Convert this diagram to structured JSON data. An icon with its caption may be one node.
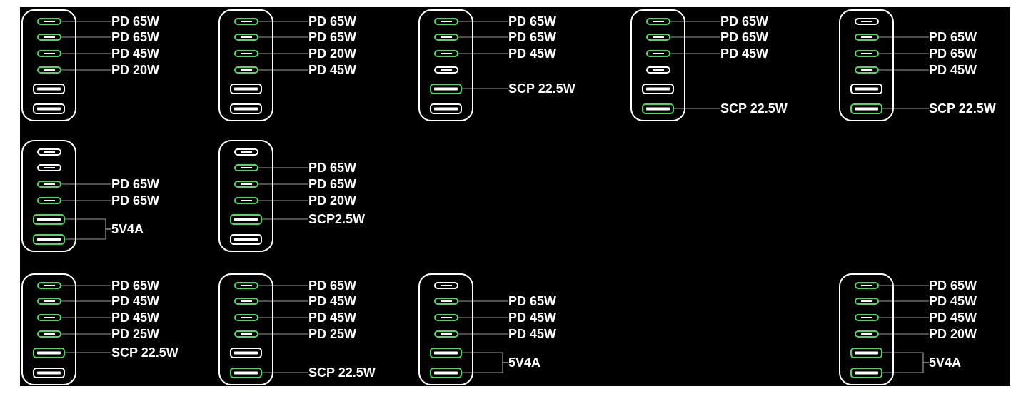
{
  "diagram": {
    "nodes": [
      {
        "text": [],
        "shape": "box"
      },
      {
        "text": [],
        "shape": "slot",
        "in": 0
      },
      {
        "text": [],
        "shape": "slot",
        "in": 0
      },
      {
        "text": [],
        "shape": "slot",
        "in": 0
      },
      {
        "text": [],
        "shape": "slot",
        "in": 0
      },
      {
        "text": [],
        "shape": "box",
        "in": 0
      },
      {
        "text": [],
        "shape": "box",
        "in": 0
      },
      {
        "text": [
          "PD 65W"
        ]
      },
      {
        "text": [
          "PD 65W"
        ]
      },
      {
        "text": [
          "PD 45W"
        ]
      },
      {
        "text": [
          "PD 20W"
        ]
      },
      {
        "text": [],
        "shape": "box"
      },
      {
        "text": [],
        "shape": "slot",
        "in": 11
      },
      {
        "text": [],
        "shape": "slot",
        "in": 11
      },
      {
        "text": [],
        "shape": "slot",
        "in": 11
      },
      {
        "text": [],
        "shape": "slot",
        "in": 11
      },
      {
        "text": [],
        "shape": "box",
        "in": 11
      },
      {
        "text": [],
        "shape": "box",
        "in": 11
      },
      {
        "text": [
          "PD 65W"
        ]
      },
      {
        "text": [
          "PD 65W"
        ]
      },
      {
        "text": [
          "PD 20W"
        ]
      },
      {
        "text": [
          "PD 45W"
        ]
      },
      {
        "text": [],
        "shape": "box"
      },
      {
        "text": [],
        "shape": "slot",
        "in": 22
      },
      {
        "text": [],
        "shape": "slot",
        "in": 22
      },
      {
        "text": [],
        "shape": "slot",
        "in": 22
      },
      {
        "text": [],
        "shape": "slot",
        "in": 22
      },
      {
        "text": [],
        "shape": "box",
        "in": 22
      },
      {
        "text": [],
        "shape": "box",
        "in": 22
      },
      {
        "text": [
          "PD 65W"
        ]
      },
      {
        "text": [
          "PD 65W"
        ]
      },
      {
        "text": [
          "PD 45W"
        ]
      },
      {
        "text": [
          "SCP 22.5W"
        ]
      },
      {
        "text": [],
        "shape": "box"
      },
      {
        "text": [],
        "shape": "slot",
        "in": 33
      },
      {
        "text": [],
        "shape": "slot",
        "in": 33
      },
      {
        "text": [],
        "shape": "slot",
        "in": 33
      },
      {
        "text": [],
        "shape": "slot",
        "in": 33
      },
      {
        "text": [],
        "shape": "box",
        "in": 33
      },
      {
        "text": [],
        "shape": "box",
        "in": 33
      },
      {
        "text": [
          "PD 65W"
        ]
      },
      {
        "text": [
          "PD 65W"
        ]
      },
      {
        "text": [
          "PD 45W"
        ]
      },
      {
        "text": [
          "SCP 22.5W"
        ]
      },
      {
        "text": [],
        "shape": "box"
      },
      {
        "text": [],
        "shape": "slot",
        "in": 44
      },
      {
        "text": [],
        "shape": "slot",
        "in": 44
      },
      {
        "text": [],
        "shape": "slot",
        "in": 44
      },
      {
        "text": [],
        "shape": "slot",
        "in": 44
      },
      {
        "text": [],
        "shape": "box",
        "in": 44
      },
      {
        "text": [],
        "shape": "box",
        "in": 44
      },
      {
        "text": [
          "PD 65W"
        ]
      },
      {
        "text": [
          "PD 65W"
        ]
      },
      {
        "text": [
          "PD 45W"
        ]
      },
      {
        "text": [
          "SCP 22.5W"
        ]
      },
      {
        "text": [],
        "shape": "box"
      },
      {
        "text": [],
        "shape": "slot",
        "in": 55
      },
      {
        "text": [],
        "shape": "slot",
        "in": 55
      },
      {
        "text": [],
        "shape": "slot",
        "in": 55
      },
      {
        "text": [],
        "shape": "slot",
        "in": 55
      },
      {
        "text": [],
        "shape": "box",
        "in": 55
      },
      {
        "text": [],
        "shape": "box",
        "in": 55
      },
      {
        "text": [
          "PD 65W"
        ]
      },
      {
        "text": [
          "PD 65W"
        ]
      },
      {
        "text": [
          "5V4A"
        ]
      },
      {
        "text": [],
        "shape": "box"
      },
      {
        "text": [],
        "shape": "slot",
        "in": 65
      },
      {
        "text": [],
        "shape": "slot",
        "in": 65
      },
      {
        "text": [],
        "shape": "slot",
        "in": 65
      },
      {
        "text": [],
        "shape": "slot",
        "in": 65
      },
      {
        "text": [],
        "shape": "box",
        "in": 65
      },
      {
        "text": [],
        "shape": "box",
        "in": 65
      },
      {
        "text": [
          "PD 65W"
        ]
      },
      {
        "text": [
          "PD 65W"
        ]
      },
      {
        "text": [
          "PD 20W"
        ]
      },
      {
        "text": [
          "SCP2.5W"
        ]
      },
      {
        "text": [],
        "shape": "box"
      },
      {
        "text": [],
        "shape": "slot",
        "in": 76
      },
      {
        "text": [],
        "shape": "slot",
        "in": 76
      },
      {
        "text": [],
        "shape": "slot",
        "in": 76
      },
      {
        "text": [],
        "shape": "slot",
        "in": 76
      },
      {
        "text": [],
        "shape": "box",
        "in": 76
      },
      {
        "text": [],
        "shape": "box",
        "in": 76
      },
      {
        "text": [
          "PD 65W"
        ]
      },
      {
        "text": [
          "PD 45W"
        ]
      },
      {
        "text": [
          "PD 45W"
        ]
      },
      {
        "text": [
          "PD 25W"
        ]
      },
      {
        "text": [
          "SCP 22.5W"
        ]
      },
      {
        "text": [],
        "shape": "box"
      },
      {
        "text": [],
        "shape": "slot",
        "in": 88
      },
      {
        "text": [],
        "shape": "slot",
        "in": 88
      },
      {
        "text": [],
        "shape": "slot",
        "in": 88
      },
      {
        "text": [],
        "shape": "slot",
        "in": 88
      },
      {
        "text": [],
        "shape": "box",
        "in": 88
      },
      {
        "text": [],
        "shape": "box",
        "in": 88
      },
      {
        "text": [
          "PD 65W"
        ]
      },
      {
        "text": [
          "PD 45W"
        ]
      },
      {
        "text": [
          "PD 45W"
        ]
      },
      {
        "text": [
          "PD 25W"
        ]
      },
      {
        "text": [
          "SCP 22.5W"
        ]
      },
      {
        "text": [],
        "shape": "box"
      },
      {
        "text": [],
        "shape": "slot",
        "in": 100
      },
      {
        "text": [],
        "shape": "slot",
        "in": 100
      },
      {
        "text": [],
        "shape": "slot",
        "in": 100
      },
      {
        "text": [],
        "shape": "slot",
        "in": 100
      },
      {
        "text": [],
        "shape": "box",
        "in": 100
      },
      {
        "text": [],
        "shape": "box",
        "in": 100
      },
      {
        "text": [
          "PD 65W"
        ]
      },
      {
        "text": [
          "PD 45W"
        ]
      },
      {
        "text": [
          "PD 45W"
        ]
      },
      {
        "text": [
          "5V4A"
        ]
      },
      {
        "text": [],
        "shape": "box"
      },
      {
        "text": [],
        "shape": "slot",
        "in": 111
      },
      {
        "text": [],
        "shape": "slot",
        "in": 111
      },
      {
        "text": [],
        "shape": "slot",
        "in": 111
      },
      {
        "text": [],
        "shape": "slot",
        "in": 111
      },
      {
        "text": [],
        "shape": "box",
        "in": 111
      },
      {
        "text": [],
        "shape": "box",
        "in": 111
      },
      {
        "text": [
          "PD 65W"
        ]
      },
      {
        "text": [
          "PD 45W"
        ]
      },
      {
        "text": [
          "PD 45W"
        ]
      },
      {
        "text": [
          "PD 20W"
        ]
      },
      {
        "text": [
          "5V4A"
        ]
      }
    ],
    "edges": [
      {
        "from": 7,
        "to": 1,
        "arrow": "none"
      },
      {
        "from": 8,
        "to": 2,
        "arrow": "none"
      },
      {
        "from": 9,
        "to": 3,
        "arrow": "none"
      },
      {
        "from": 10,
        "to": 4,
        "arrow": "none"
      },
      {
        "from": 18,
        "to": 12,
        "arrow": "none"
      },
      {
        "from": 19,
        "to": 13,
        "arrow": "none"
      },
      {
        "from": 20,
        "to": 14,
        "arrow": "none"
      },
      {
        "from": 21,
        "to": 15,
        "arrow": "none"
      },
      {
        "from": 29,
        "to": 23,
        "arrow": "none"
      },
      {
        "from": 30,
        "to": 24,
        "arrow": "none"
      },
      {
        "from": 31,
        "to": 25,
        "arrow": "none"
      },
      {
        "from": 32,
        "to": 27,
        "arrow": "none"
      },
      {
        "from": 40,
        "to": 34,
        "arrow": "none"
      },
      {
        "from": 41,
        "to": 35,
        "arrow": "none"
      },
      {
        "from": 42,
        "to": 36,
        "arrow": "none"
      },
      {
        "from": 43,
        "to": 39,
        "arrow": "none"
      },
      {
        "from": 51,
        "to": 46,
        "arrow": "none"
      },
      {
        "from": 52,
        "to": 47,
        "arrow": "none"
      },
      {
        "from": 53,
        "to": 48,
        "arrow": "none"
      },
      {
        "from": 54,
        "to": 50,
        "arrow": "none"
      },
      {
        "from": 62,
        "to": 58,
        "arrow": "none"
      },
      {
        "from": 63,
        "to": 59,
        "arrow": "none"
      },
      {
        "from": 64,
        "to": 60,
        "arrow": "none"
      },
      {
        "from": 64,
        "to": 61,
        "arrow": "none"
      },
      {
        "from": 72,
        "to": 67,
        "arrow": "none"
      },
      {
        "from": 73,
        "to": 68,
        "arrow": "none"
      },
      {
        "from": 74,
        "to": 69,
        "arrow": "none"
      },
      {
        "from": 75,
        "to": 70,
        "arrow": "none"
      },
      {
        "from": 83,
        "to": 77,
        "arrow": "none"
      },
      {
        "from": 84,
        "to": 78,
        "arrow": "none"
      },
      {
        "from": 85,
        "to": 79,
        "arrow": "none"
      },
      {
        "from": 86,
        "to": 80,
        "arrow": "none"
      },
      {
        "from": 87,
        "to": 81,
        "arrow": "none"
      },
      {
        "from": 95,
        "to": 89,
        "arrow": "none"
      },
      {
        "from": 96,
        "to": 90,
        "arrow": "none"
      },
      {
        "from": 97,
        "to": 91,
        "arrow": "none"
      },
      {
        "from": 98,
        "to": 92,
        "arrow": "none"
      },
      {
        "from": 99,
        "to": 94,
        "arrow": "none"
      },
      {
        "from": 107,
        "to": 102,
        "arrow": "none"
      },
      {
        "from": 108,
        "to": 103,
        "arrow": "none"
      },
      {
        "from": 109,
        "to": 104,
        "arrow": "none"
      },
      {
        "from": 110,
        "to": 105,
        "arrow": "none"
      },
      {
        "from": 110,
        "to": 106,
        "arrow": "none"
      },
      {
        "from": 118,
        "to": 112,
        "arrow": "none"
      },
      {
        "from": 119,
        "to": 113,
        "arrow": "none"
      },
      {
        "from": 120,
        "to": 114,
        "arrow": "none"
      },
      {
        "from": 121,
        "to": 115,
        "arrow": "none"
      },
      {
        "from": 122,
        "to": 116,
        "arrow": "none"
      },
      {
        "from": 122,
        "to": 117,
        "arrow": "none"
      }
    ]
  }
}
